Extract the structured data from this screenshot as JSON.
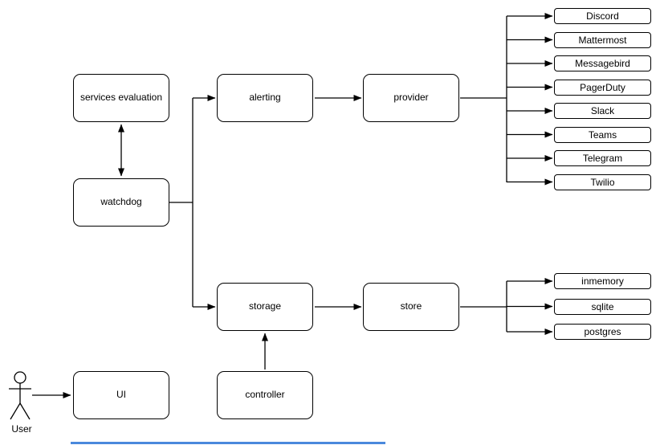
{
  "diagram": {
    "nodes": {
      "services_evaluation": "services evaluation",
      "watchdog": "watchdog",
      "alerting": "alerting",
      "provider": "provider",
      "storage": "storage",
      "store": "store",
      "ui": "UI",
      "controller": "controller"
    },
    "provider_targets": [
      "Discord",
      "Mattermost",
      "Messagebird",
      "PagerDuty",
      "Slack",
      "Teams",
      "Telegram",
      "Twilio"
    ],
    "store_targets": [
      "inmemory",
      "sqlite",
      "postgres"
    ],
    "actor": {
      "label": "User"
    },
    "colors": {
      "node_stroke": "#000000",
      "node_fill": "#ffffff",
      "connector": "#000000",
      "bottom_scrollbar": "#4a89dc"
    }
  }
}
